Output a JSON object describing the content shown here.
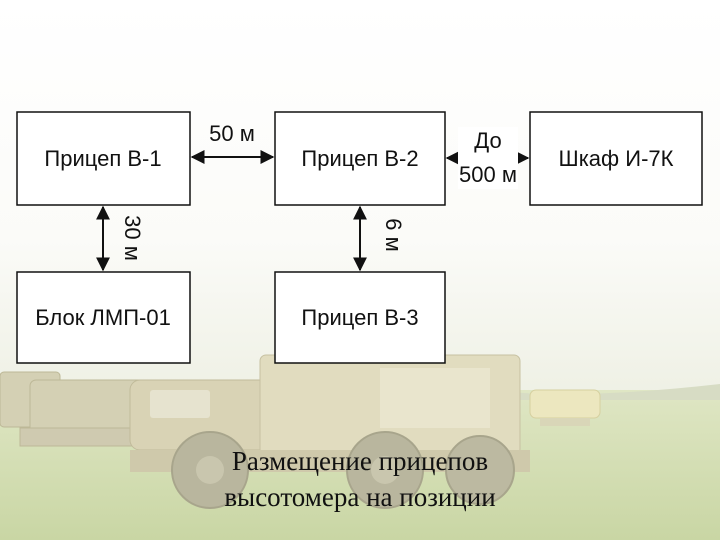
{
  "diagram": {
    "nodes": [
      {
        "id": "trailer-v1",
        "label": "Прицеп В-1"
      },
      {
        "id": "trailer-v2",
        "label": "Прицеп В-2"
      },
      {
        "id": "cabinet-i7k",
        "label": "Шкаф И-7К"
      },
      {
        "id": "block-lmp01",
        "label": "Блок ЛМП-01"
      },
      {
        "id": "trailer-v3",
        "label": "Прицеп В-3"
      }
    ],
    "links": [
      {
        "from": "trailer-v1",
        "to": "trailer-v2",
        "label": "50 м"
      },
      {
        "from": "trailer-v2",
        "to": "cabinet-i7k",
        "label_top": "До",
        "label_bottom": "500 м"
      },
      {
        "from": "trailer-v1",
        "to": "block-lmp01",
        "label": "30 м"
      },
      {
        "from": "trailer-v2",
        "to": "trailer-v3",
        "label": "6 м"
      }
    ]
  },
  "caption": {
    "line1": "Размещение прицепов",
    "line2": "высотомера на позиции"
  }
}
